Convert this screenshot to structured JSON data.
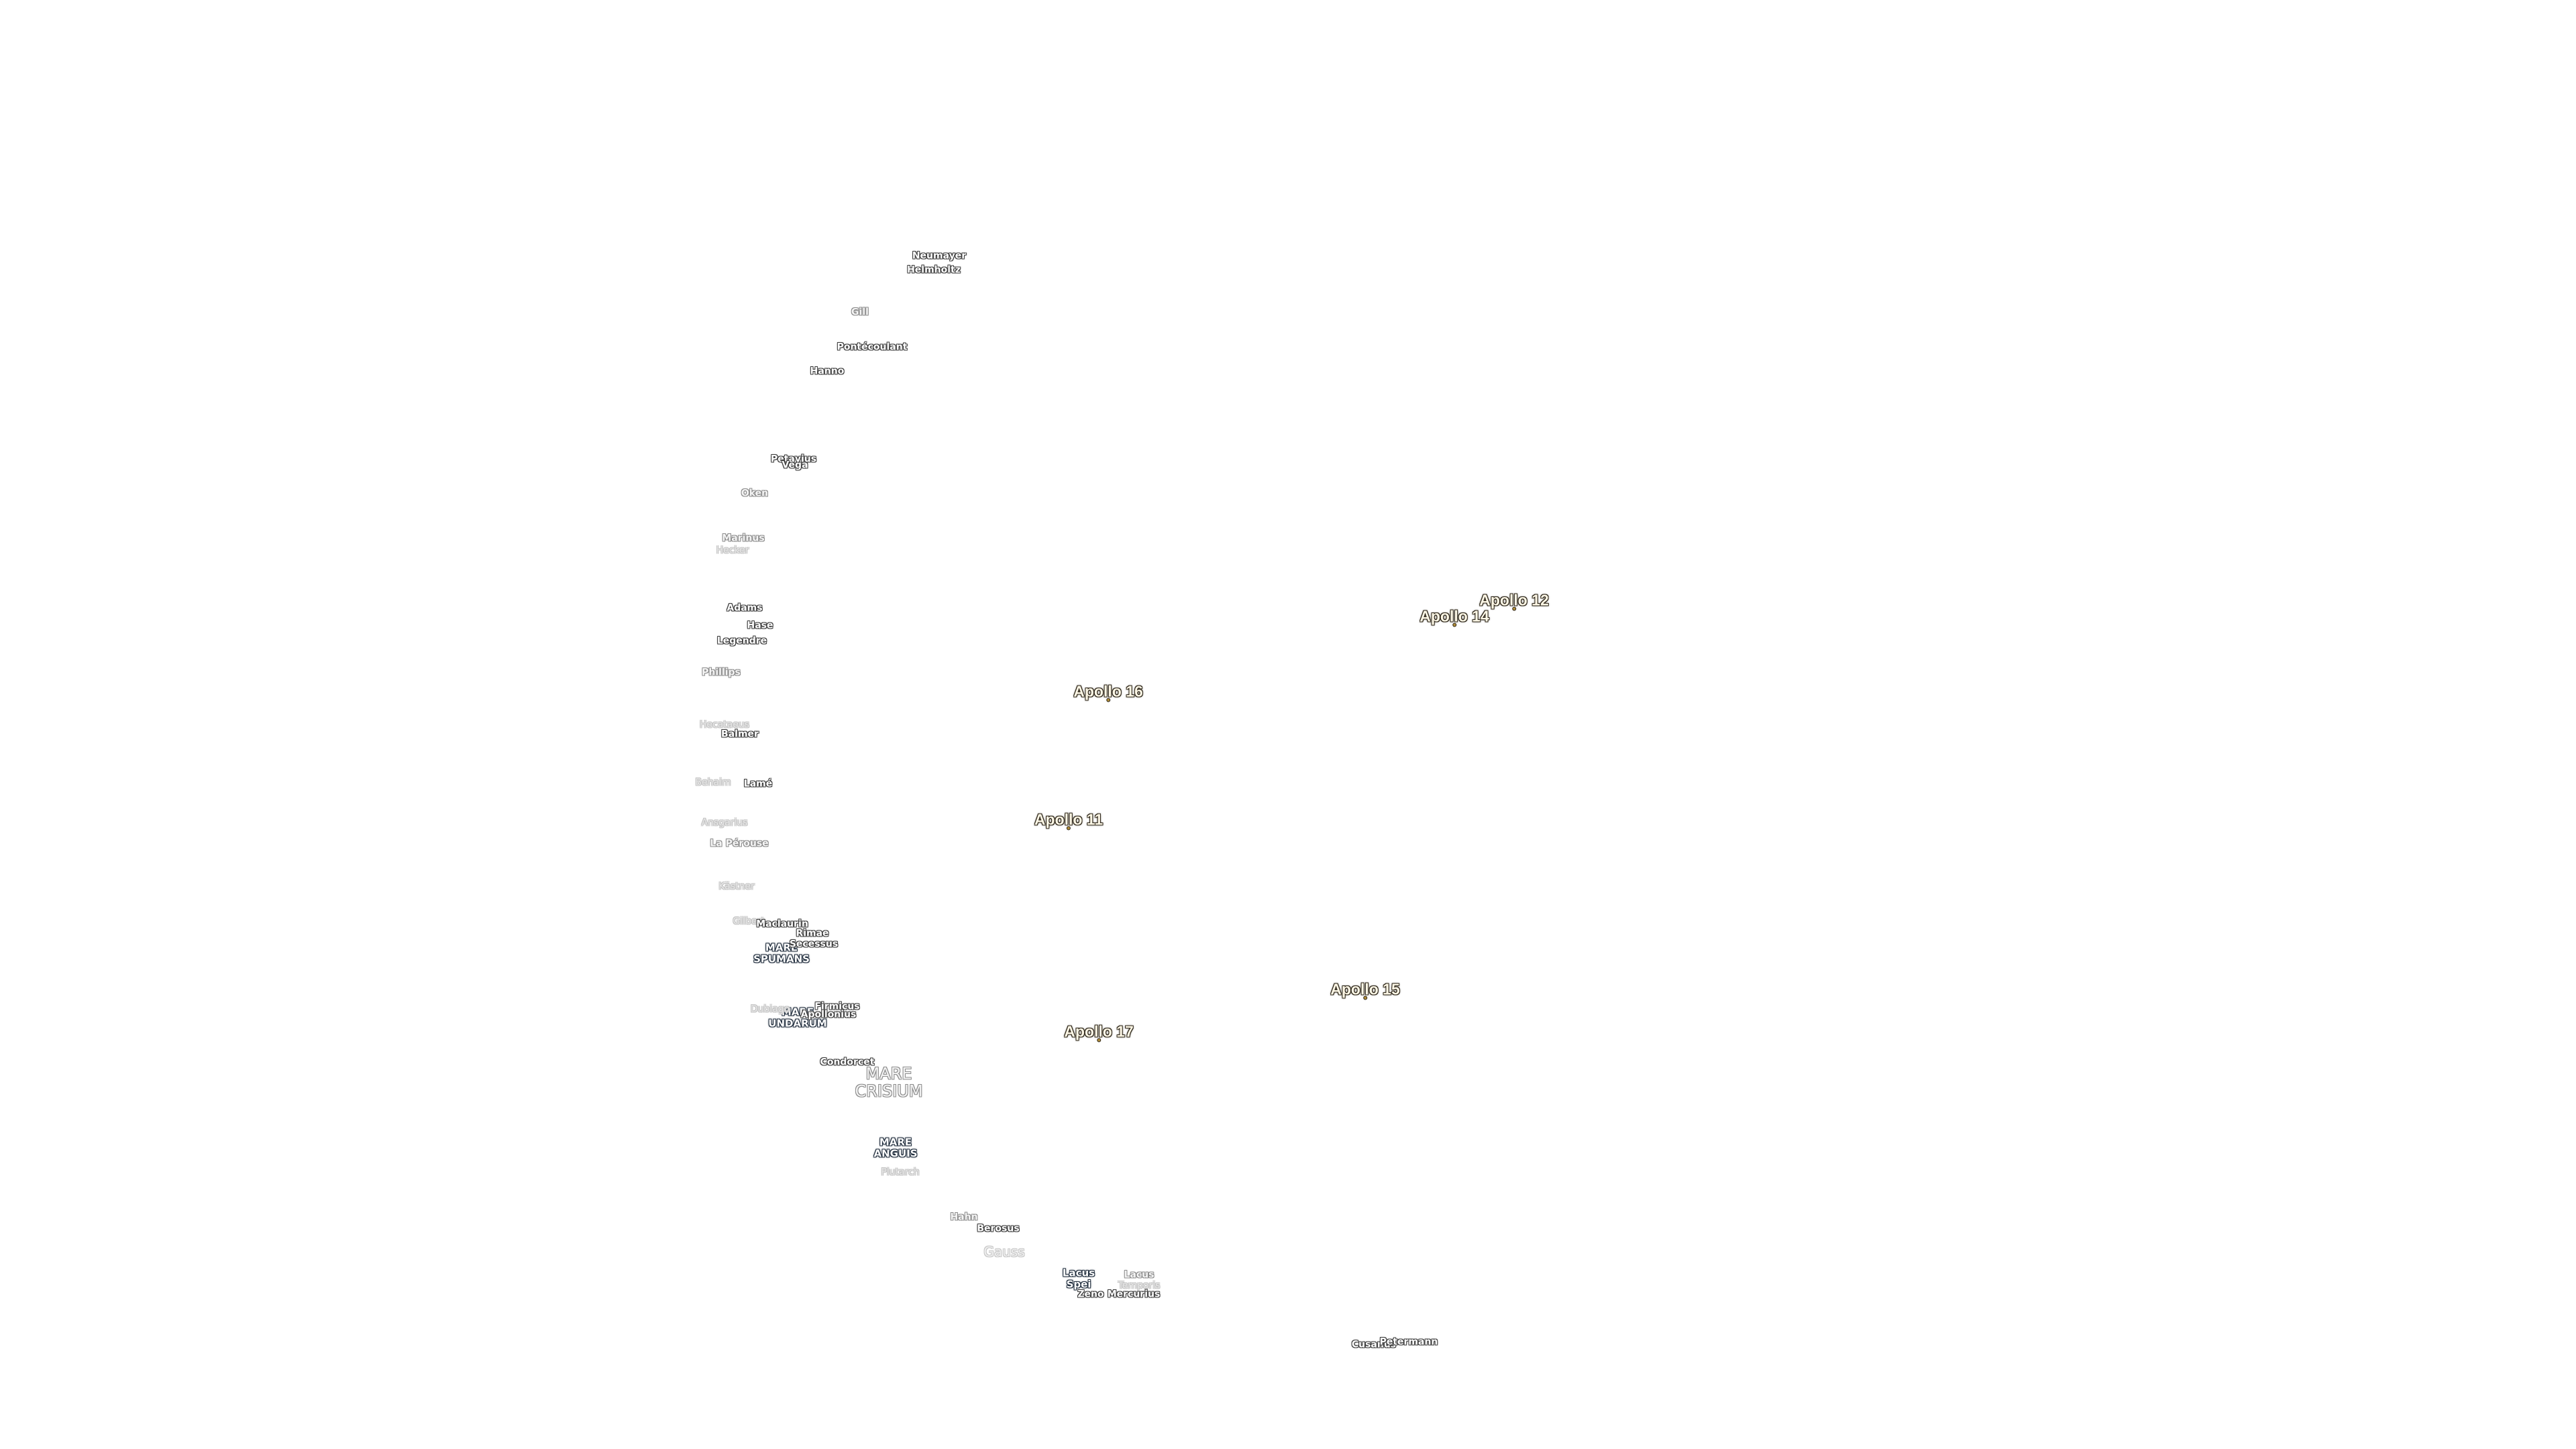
{
  "labels": [
    {
      "key": "neumayer",
      "text": "Neumayer",
      "style": "crater"
    },
    {
      "key": "helmholtz",
      "text": "Helmholtz",
      "style": "crater"
    },
    {
      "key": "gill",
      "text": "Gill",
      "style": "crater mid"
    },
    {
      "key": "pontecoulant",
      "text": "Pontécoulant",
      "style": "crater"
    },
    {
      "key": "hanno",
      "text": "Hanno",
      "style": "crater"
    },
    {
      "key": "petavius",
      "text": "Petavius",
      "style": "crater"
    },
    {
      "key": "vega",
      "text": "Vega",
      "style": "crater"
    },
    {
      "key": "oken",
      "text": "Oken",
      "style": "crater mid"
    },
    {
      "key": "marinus",
      "text": "Marinus",
      "style": "crater mid"
    },
    {
      "key": "hecker",
      "text": "Hecker",
      "style": "crater faint"
    },
    {
      "key": "adams",
      "text": "Adams",
      "style": "crater"
    },
    {
      "key": "hase",
      "text": "Hase",
      "style": "crater"
    },
    {
      "key": "legendre",
      "text": "Legendre",
      "style": "crater"
    },
    {
      "key": "phillips",
      "text": "Phillips",
      "style": "crater mid"
    },
    {
      "key": "hecataeus",
      "text": "Hecataeus",
      "style": "crater faint"
    },
    {
      "key": "balmer",
      "text": "Balmer",
      "style": "crater"
    },
    {
      "key": "behaim",
      "text": "Behaim",
      "style": "crater faint"
    },
    {
      "key": "lame",
      "text": "Lamé",
      "style": "crater"
    },
    {
      "key": "ansgarius",
      "text": "Ansgarius",
      "style": "crater faint"
    },
    {
      "key": "la-perouse",
      "text": "La Pérouse",
      "style": "crater mid"
    },
    {
      "key": "kastner",
      "text": "Kästner",
      "style": "crater faint"
    },
    {
      "key": "gilbert",
      "text": "Gilbert",
      "style": "crater faint"
    },
    {
      "key": "maclaurin",
      "text": "Maclaurin",
      "style": "crater"
    },
    {
      "key": "mare-spumans",
      "text": "MARE\nSPUMANS",
      "style": "mare"
    },
    {
      "key": "rimae",
      "text": "Rimae",
      "style": "crater"
    },
    {
      "key": "messala",
      "text": "Secessus",
      "style": "crater"
    },
    {
      "key": "mare-undarum",
      "text": "MARE\nUNDARUM",
      "style": "mare"
    },
    {
      "key": "firmicus",
      "text": "Firmicus",
      "style": "crater"
    },
    {
      "key": "apollonius",
      "text": "Apollonius",
      "style": "crater"
    },
    {
      "key": "dubiago",
      "text": "Dubiago",
      "style": "crater faint"
    },
    {
      "key": "condorcet",
      "text": "Condorcet",
      "style": "crater"
    },
    {
      "key": "mare-crisium",
      "text": "MARE\nCRISIUM",
      "style": "mare large"
    },
    {
      "key": "mare-anguis",
      "text": "MARE\nANGUIS",
      "style": "mare"
    },
    {
      "key": "plutarch",
      "text": "Plutarch",
      "style": "crater faint"
    },
    {
      "key": "hahn",
      "text": "Hahn",
      "style": "crater mid"
    },
    {
      "key": "berosus",
      "text": "Berosus",
      "style": "crater"
    },
    {
      "key": "gauss",
      "text": "Gauss",
      "style": "mare faint"
    },
    {
      "key": "lacus-spei",
      "text": "Lacus\nSpei",
      "style": "mare"
    },
    {
      "key": "lacus-temporis",
      "text": "Lacus",
      "style": "crater mid"
    },
    {
      "key": "temporis",
      "text": "Temporis",
      "style": "crater faint"
    },
    {
      "key": "zeno",
      "text": "Zeno",
      "style": "crater"
    },
    {
      "key": "mercurius",
      "text": "Mercurius",
      "style": "crater"
    },
    {
      "key": "cusanus",
      "text": "Cusanus",
      "style": "crater"
    },
    {
      "key": "petermann",
      "text": "Petermann",
      "style": "crater"
    }
  ],
  "apollo_sites": [
    {
      "key": "apollo-12",
      "text": "Apollo 12"
    },
    {
      "key": "apollo-14",
      "text": "Apollo 14"
    },
    {
      "key": "apollo-16",
      "text": "Apollo 16"
    },
    {
      "key": "apollo-11",
      "text": "Apollo 11"
    },
    {
      "key": "apollo-15",
      "text": "Apollo 15"
    },
    {
      "key": "apollo-17",
      "text": "Apollo 17"
    }
  ],
  "colors": {
    "background": "#ffffff",
    "apollo_text": "#fdf7e6",
    "apollo_outline": "#2b2417",
    "crater_outline": "#3a3a3a",
    "mare_outline": "#1d2a3a"
  }
}
